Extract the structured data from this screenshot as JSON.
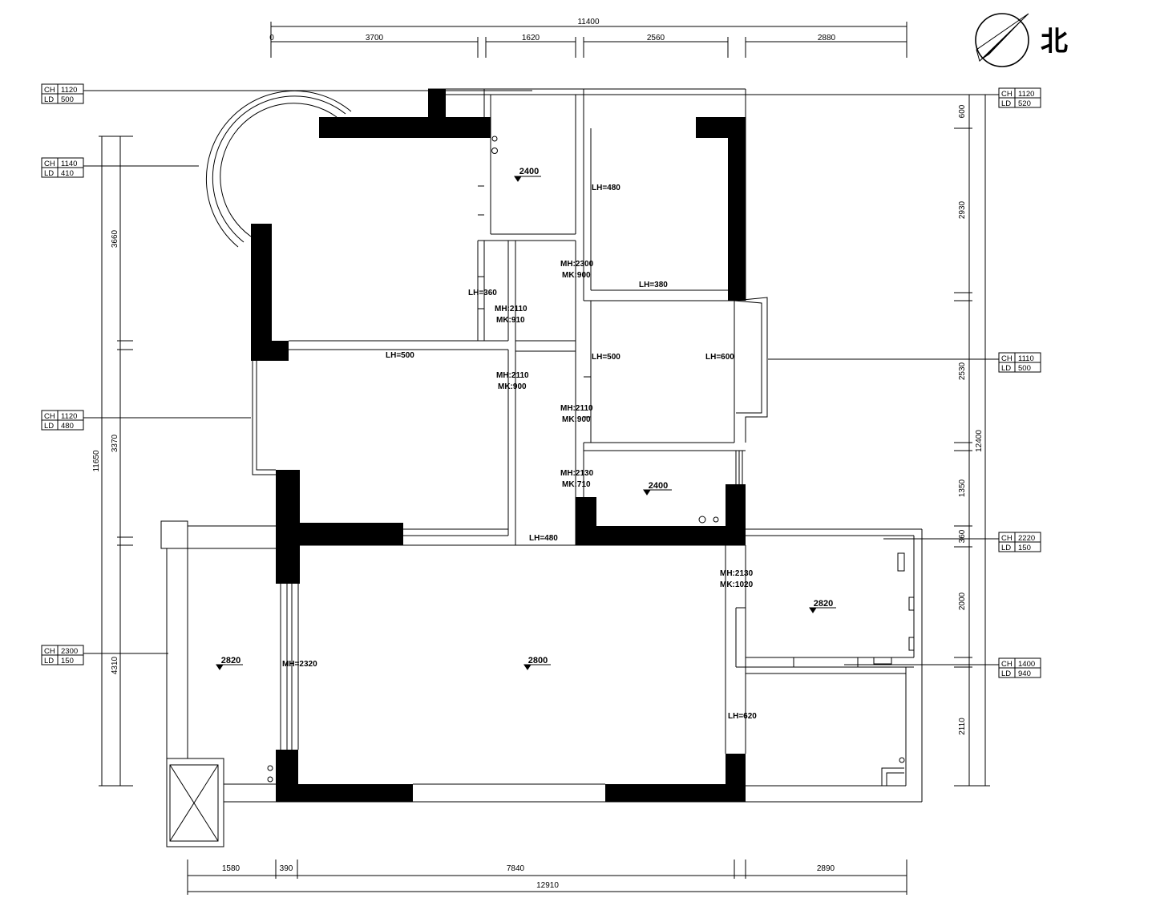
{
  "north_label": "北",
  "top_dims": {
    "overall": "11400",
    "origin": "0",
    "segments": [
      "3700",
      "1620",
      "2560",
      "2880"
    ]
  },
  "bottom_dims": {
    "overall": "12910",
    "segments": [
      "1580",
      "390",
      "7840",
      "2890"
    ]
  },
  "left_dims": {
    "overall": "11650",
    "segments": [
      "3660",
      "3370",
      "4310"
    ]
  },
  "right_dims": {
    "overall": "12400",
    "segments": [
      "600",
      "2930",
      "2530",
      "1350",
      "360",
      "2000",
      "2110"
    ]
  },
  "window_tags": [
    {
      "ch_label": "CH",
      "ch": "1120",
      "ld_label": "LD",
      "ld": "500"
    },
    {
      "ch_label": "CH",
      "ch": "1140",
      "ld_label": "LD",
      "ld": "410"
    },
    {
      "ch_label": "CH",
      "ch": "1120",
      "ld_label": "LD",
      "ld": "480"
    },
    {
      "ch_label": "CH",
      "ch": "2300",
      "ld_label": "LD",
      "ld": "150"
    },
    {
      "ch_label": "CH",
      "ch": "1120",
      "ld_label": "LD",
      "ld": "520"
    },
    {
      "ch_label": "CH",
      "ch": "1110",
      "ld_label": "LD",
      "ld": "500"
    },
    {
      "ch_label": "CH",
      "ch": "2220",
      "ld_label": "LD",
      "ld": "150"
    },
    {
      "ch_label": "CH",
      "ch": "1400",
      "ld_label": "LD",
      "ld": "940"
    }
  ],
  "ceiling_heights": [
    "2400",
    "2400",
    "2820",
    "2800",
    "2820"
  ],
  "lintel_labels": [
    "LH=480",
    "LH=360",
    "LH=380",
    "LH=500",
    "LH=500",
    "LH=600",
    "LH=480",
    "LH=620"
  ],
  "door_labels": [
    {
      "mh": "MH:2300",
      "mk": "MK:900"
    },
    {
      "mh": "MH:2110",
      "mk": "MK:910"
    },
    {
      "mh": "MH:2110",
      "mk": "MK:900"
    },
    {
      "mh": "MH:2110",
      "mk": "MK:900"
    },
    {
      "mh": "MH:2130",
      "mk": "MK:710"
    },
    {
      "mh": "MH:2130",
      "mk": "MK:1020"
    }
  ],
  "window_height_label": "MH=2320"
}
